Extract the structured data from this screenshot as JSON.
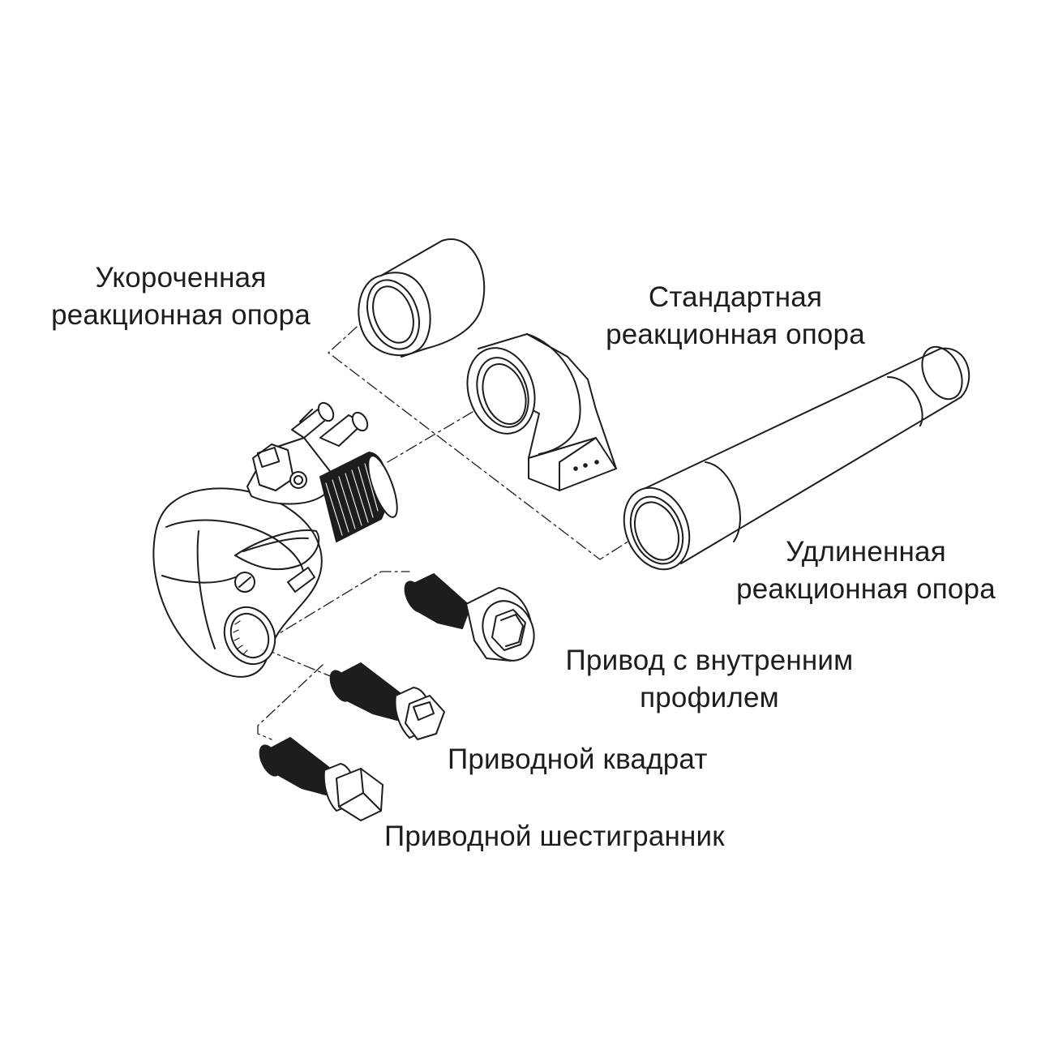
{
  "labels": {
    "short_support": [
      "Укороченная",
      "реакционная опора"
    ],
    "standard_support": [
      "Стандартная",
      "реакционная опора"
    ],
    "long_support": [
      "Удлиненная",
      "реакционная опора"
    ],
    "internal_drive": [
      "Привод с внутренним",
      "профилем"
    ],
    "square_drive": "Приводной квадрат",
    "hex_drive": "Приводной шестигранник"
  },
  "colors": {
    "line": "#1d1d1b",
    "background": "#ffffff",
    "knurl": "#1d1d1b"
  }
}
